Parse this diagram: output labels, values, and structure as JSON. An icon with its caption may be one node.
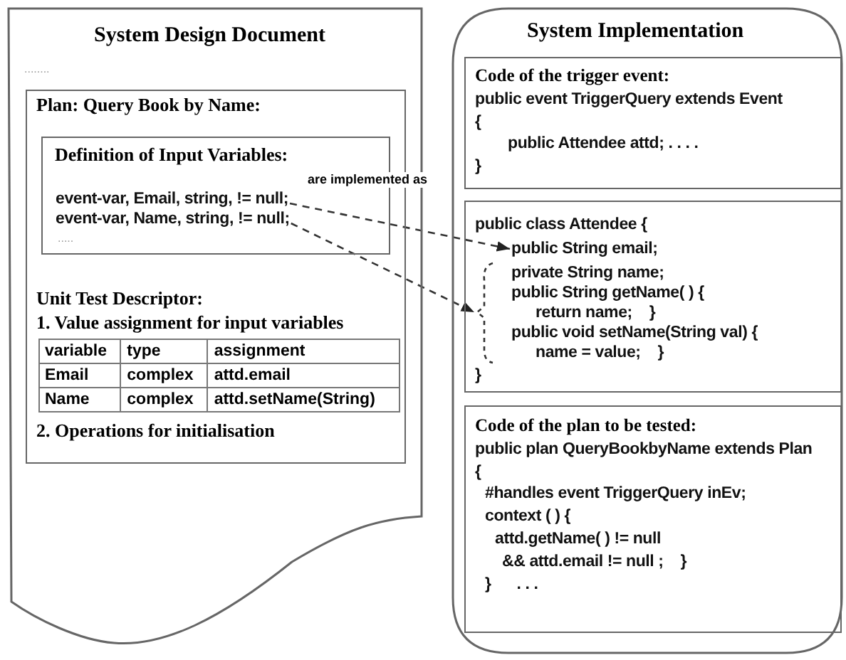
{
  "diagram": {
    "nodes": [
      {
        "text": [
          "System Design Document",
          "........"
        ]
      },
      {
        "text": [
          "Plan: Query Book by Name:",
          "Unit Test Descriptor:",
          "1. Value assignment for input variables",
          "2. Operations for initialisation"
        ],
        "in": 0
      },
      {
        "text": [
          "Definition of Input Variables:",
          "....."
        ],
        "in": 1
      },
      {
        "text": [
          "event-var, Email, string, != null;"
        ],
        "in": 2
      },
      {
        "text": [
          "event-var, Name, string, != null;"
        ],
        "in": 2
      },
      {
        "text": [
          "System Implementation"
        ]
      },
      {
        "text": [
          "Code of the trigger event:",
          "public event TriggerQuery extends Event",
          "{",
          "public Attendee attd; . . . .",
          "}"
        ],
        "in": 5
      },
      {
        "text": [
          "public class Attendee {",
          "}"
        ],
        "in": 5
      },
      {
        "text": [
          "public String email;"
        ],
        "in": 7
      },
      {
        "text": [
          "private String name;",
          "public String getName( ) {",
          "return name;    }",
          "public void setName(String val) {",
          "name = value;    }"
        ],
        "in": 7
      },
      {
        "text": [
          "Code of the plan to be tested:",
          "public plan QueryBookbyName extends Plan",
          "{",
          "#handles event TriggerQuery inEv;",
          "context ( ) {",
          "attd.getName( ) != null",
          "&& attd.email != null ;    }",
          "}      . . ."
        ],
        "in": 5
      }
    ],
    "edges": [
      {
        "from": 3,
        "to": 8,
        "arrow": "to",
        "style": "dashed",
        "label": "are implemented as"
      },
      {
        "from": 4,
        "to": 9,
        "arrow": "to",
        "style": "dashed"
      }
    ],
    "labels": [
      "variable",
      "type",
      "assignment",
      "Email",
      "complex",
      "attd.email",
      "Name",
      "complex",
      "attd.setName(String)"
    ]
  }
}
